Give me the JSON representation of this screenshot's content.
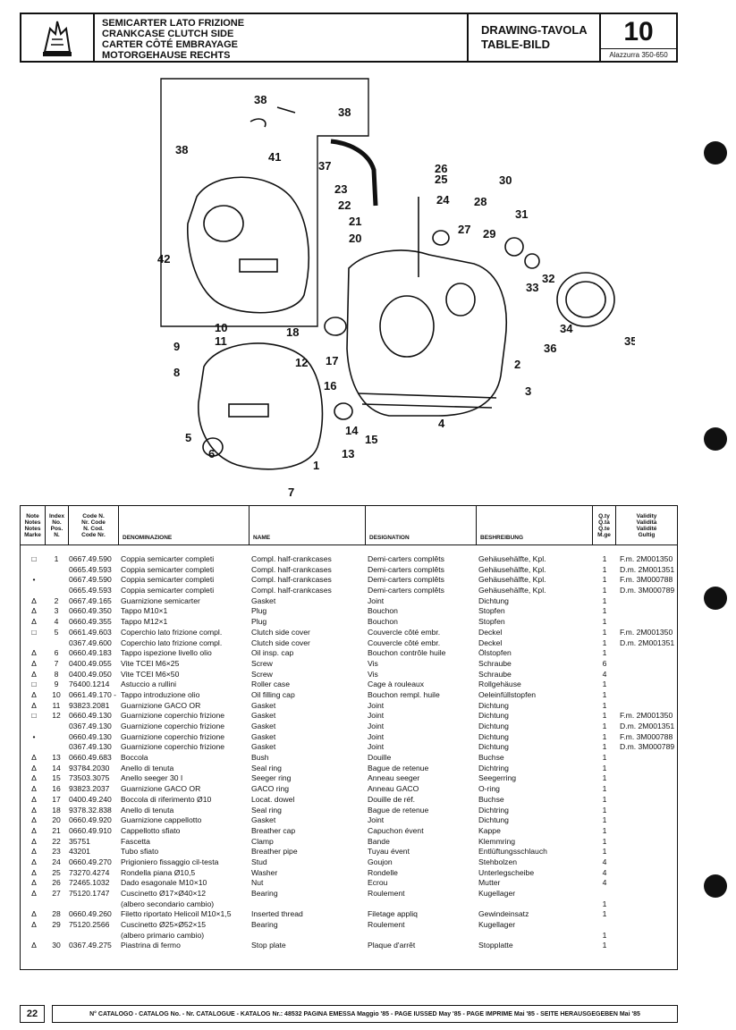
{
  "header": {
    "titles": [
      "SEMICARTER LATO FRIZIONE",
      "CRANKCASE CLUTCH SIDE",
      "CARTER CÔTÉ EMBRAYAGE",
      "MOTORGEHAUSE RECHTS"
    ],
    "drawing_line1": "DRAWING-TAVOLA",
    "drawing_line2": "TABLE-BILD",
    "table_number": "10",
    "model": "Alazzurra 350-650"
  },
  "diagram": {
    "callouts": [
      "1",
      "2",
      "3",
      "4",
      "5",
      "6",
      "7",
      "8",
      "9",
      "10",
      "11",
      "12",
      "13",
      "14",
      "15",
      "16",
      "17",
      "18",
      "20",
      "21",
      "22",
      "23",
      "24",
      "25",
      "26",
      "27",
      "28",
      "29",
      "30",
      "31",
      "32",
      "33",
      "34",
      "35",
      "36",
      "37",
      "38",
      "38",
      "38",
      "41",
      "42"
    ]
  },
  "columns": {
    "note": [
      "Note",
      "Notes",
      "Notes",
      "Marke"
    ],
    "index": [
      "Index",
      "No.",
      "Pos.",
      "N."
    ],
    "code": [
      "Code N.",
      "Nr. Code",
      "N. Cod.",
      "Code Nr."
    ],
    "denominazione": "DENOMINAZIONE",
    "name": "NAME",
    "designation": "DESIGNATION",
    "beschreibung": "BESHREIBUNG",
    "qty": [
      "Q.ty",
      "Q.tà",
      "Q.te",
      "M.ge"
    ],
    "validity": [
      "Validity",
      "Validità",
      "Validité",
      "Gultig"
    ]
  },
  "rows": [
    {
      "note": "□",
      "idx": "1",
      "code": "0667.49.590",
      "den": "Coppia semicarter completi",
      "name": "Compl. half-crankcases",
      "des": "Demi-carters complêts",
      "besch": "Gehäusehälfte, Kpl.",
      "qty": "1",
      "val": "F.m. 2M001350"
    },
    {
      "note": "",
      "idx": "",
      "code": "0665.49.593",
      "den": "Coppia semicarter completi",
      "name": "Compl. half-crankcases",
      "des": "Demi-carters complêts",
      "besch": "Gehäusehälfte, Kpl.",
      "qty": "1",
      "val": "D.m. 2M001351"
    },
    {
      "note": "•",
      "idx": "",
      "code": "0667.49.590",
      "den": "Coppia semicarter completi",
      "name": "Compl. half-crankcases",
      "des": "Demi-carters complêts",
      "besch": "Gehäusehälfte, Kpl.",
      "qty": "1",
      "val": "F.m. 3M000788"
    },
    {
      "note": "",
      "idx": "",
      "code": "0665.49.593",
      "den": "Coppia semicarter completi",
      "name": "Compl. half-crankcases",
      "des": "Demi-carters complêts",
      "besch": "Gehäusehälfte, Kpl.",
      "qty": "1",
      "val": "D.m. 3M000789"
    },
    {
      "note": "Δ",
      "idx": "2",
      "code": "0667.49.165",
      "den": "Guarnizione semicarter",
      "name": "Gasket",
      "des": "Joint",
      "besch": "Dichtung",
      "qty": "1",
      "val": ""
    },
    {
      "note": "Δ",
      "idx": "3",
      "code": "0660.49.350",
      "den": "Tappo M10×1",
      "name": "Plug",
      "des": "Bouchon",
      "besch": "Stopfen",
      "qty": "1",
      "val": ""
    },
    {
      "note": "Δ",
      "idx": "4",
      "code": "0660.49.355",
      "den": "Tappo M12×1",
      "name": "Plug",
      "des": "Bouchon",
      "besch": "Stopfen",
      "qty": "1",
      "val": ""
    },
    {
      "note": "□",
      "idx": "5",
      "code": "0661.49.603",
      "den": "Coperchio lato frizione compl.",
      "name": "Clutch side cover",
      "des": "Couvercle côté embr.",
      "besch": "Deckel",
      "qty": "1",
      "val": "F.m. 2M001350"
    },
    {
      "note": "",
      "idx": "",
      "code": "0367.49.600",
      "den": "Coperchio lato frizione compl.",
      "name": "Clutch side cover",
      "des": "Couvercle côté embr.",
      "besch": "Deckel",
      "qty": "1",
      "val": "D.m. 2M001351"
    },
    {
      "note": "Δ",
      "idx": "6",
      "code": "0660.49.183",
      "den": "Tappo ispezione livello olio",
      "name": "Oil insp. cap",
      "des": "Bouchon contrôle huile",
      "besch": "Ölstopfen",
      "qty": "1",
      "val": ""
    },
    {
      "note": "Δ",
      "idx": "7",
      "code": "0400.49.055",
      "den": "Vite TCEI M6×25",
      "name": "Screw",
      "des": "Vis",
      "besch": "Schraube",
      "qty": "6",
      "val": ""
    },
    {
      "note": "Δ",
      "idx": "8",
      "code": "0400.49.050",
      "den": "Vite TCEI M6×50",
      "name": "Screw",
      "des": "Vis",
      "besch": "Schraube",
      "qty": "4",
      "val": ""
    },
    {
      "note": "□",
      "idx": "9",
      "code": "76400.1214",
      "den": "Astuccio a rullini",
      "name": "Roller case",
      "des": "Cage à rouleaux",
      "besch": "Rollgehäuse",
      "qty": "1",
      "val": ""
    },
    {
      "note": "Δ",
      "idx": "10",
      "code": "0661.49.170 -",
      "den": "Tappo introduzione olio",
      "name": "Oil filling cap",
      "des": "Bouchon rempl. huile",
      "besch": "Oeleinfüllstopfen",
      "qty": "1",
      "val": ""
    },
    {
      "note": "Δ",
      "idx": "11",
      "code": "93823.2081",
      "den": "Guarnizione GACO OR",
      "name": "Gasket",
      "des": "Joint",
      "besch": "Dichtung",
      "qty": "1",
      "val": ""
    },
    {
      "note": "□",
      "idx": "12",
      "code": "0660.49.130",
      "den": "Guarnizione coperchio frizione",
      "name": "Gasket",
      "des": "Joint",
      "besch": "Dichtung",
      "qty": "1",
      "val": "F.m. 2M001350"
    },
    {
      "note": "",
      "idx": "",
      "code": "0367.49.130",
      "den": "Guarnizione coperchio frizione",
      "name": "Gasket",
      "des": "Joint",
      "besch": "Dichtung",
      "qty": "1",
      "val": "D.m. 2M001351"
    },
    {
      "note": "•",
      "idx": "",
      "code": "0660.49.130",
      "den": "Guarnizione coperchio frizione",
      "name": "Gasket",
      "des": "Joint",
      "besch": "Dichtung",
      "qty": "1",
      "val": "F.m. 3M000788"
    },
    {
      "note": "",
      "idx": "",
      "code": "0367.49.130",
      "den": "Guarnizione coperchio frizione",
      "name": "Gasket",
      "des": "Joint",
      "besch": "Dichtung",
      "qty": "1",
      "val": "D.m. 3M000789"
    },
    {
      "note": "Δ",
      "idx": "13",
      "code": "0660.49.683",
      "den": "Boccola",
      "name": "Bush",
      "des": "Douille",
      "besch": "Buchse",
      "qty": "1",
      "val": ""
    },
    {
      "note": "Δ",
      "idx": "14",
      "code": "93784.2030",
      "den": "Anello di tenuta",
      "name": "Seal ring",
      "des": "Bague de retenue",
      "besch": "Dichtring",
      "qty": "1",
      "val": ""
    },
    {
      "note": "Δ",
      "idx": "15",
      "code": "73503.3075",
      "den": "Anello seeger 30 I",
      "name": "Seeger ring",
      "des": "Anneau seeger",
      "besch": "Seegerring",
      "qty": "1",
      "val": ""
    },
    {
      "note": "Δ",
      "idx": "16",
      "code": "93823.2037",
      "den": "Guarnizione GACO OR",
      "name": "GACO ring",
      "des": "Anneau GACO",
      "besch": "O-ring",
      "qty": "1",
      "val": ""
    },
    {
      "note": "Δ",
      "idx": "17",
      "code": "0400.49.240",
      "den": "Boccola di riferimento Ø10",
      "name": "Locat. dowel",
      "des": "Douille de réf.",
      "besch": "Buchse",
      "qty": "1",
      "val": ""
    },
    {
      "note": "Δ",
      "idx": "18",
      "code": "9378.32.838",
      "den": "Anello di tenuta",
      "name": "Seal ring",
      "des": "Bague de retenue",
      "besch": "Dichtring",
      "qty": "1",
      "val": ""
    },
    {
      "note": "Δ",
      "idx": "20",
      "code": "0660.49.920",
      "den": "Guarnizione cappellotto",
      "name": "Gasket",
      "des": "Joint",
      "besch": "Dichtung",
      "qty": "1",
      "val": ""
    },
    {
      "note": "Δ",
      "idx": "21",
      "code": "0660.49.910",
      "den": "Cappellotto sfiato",
      "name": "Breather cap",
      "des": "Capuchon évent",
      "besch": "Kappe",
      "qty": "1",
      "val": ""
    },
    {
      "note": "Δ",
      "idx": "22",
      "code": "35751",
      "den": "Fascetta",
      "name": "Clamp",
      "des": "Bande",
      "besch": "Klemmring",
      "qty": "1",
      "val": ""
    },
    {
      "note": "Δ",
      "idx": "23",
      "code": "43201",
      "den": "Tubo sfiato",
      "name": "Breather pipe",
      "des": "Tuyau évent",
      "besch": "Entlüftungsschlauch",
      "qty": "1",
      "val": ""
    },
    {
      "note": "Δ",
      "idx": "24",
      "code": "0660.49.270",
      "den": "Prigioniero fissaggio cil-testa",
      "name": "Stud",
      "des": "Goujon",
      "besch": "Stehbolzen",
      "qty": "4",
      "val": ""
    },
    {
      "note": "Δ",
      "idx": "25",
      "code": "73270.4274",
      "den": "Rondella piana Ø10,5",
      "name": "Washer",
      "des": "Rondelle",
      "besch": "Unterlegscheibe",
      "qty": "4",
      "val": ""
    },
    {
      "note": "Δ",
      "idx": "26",
      "code": "72465.1032",
      "den": "Dado esagonale M10×10",
      "name": "Nut",
      "des": "Ecrou",
      "besch": "Mutter",
      "qty": "4",
      "val": ""
    },
    {
      "note": "Δ",
      "idx": "27",
      "code": "75120.1747",
      "den": "Cuscinetto Ø17×Ø40×12",
      "name": "Bearing",
      "des": "Roulement",
      "besch": "Kugellager",
      "qty": "",
      "val": ""
    },
    {
      "note": "",
      "idx": "",
      "code": "",
      "den": "(albero secondario cambio)",
      "name": "",
      "des": "",
      "besch": "",
      "qty": "1",
      "val": ""
    },
    {
      "note": "Δ",
      "idx": "28",
      "code": "0660.49.260",
      "den": "Filetto riportato Helicoil M10×1,5",
      "name": "Inserted thread",
      "des": "Filetage appliq",
      "besch": "Gewindeinsatz",
      "qty": "1",
      "val": ""
    },
    {
      "note": "Δ",
      "idx": "29",
      "code": "75120.2566",
      "den": "Cuscinetto Ø25×Ø52×15",
      "name": "Bearing",
      "des": "Roulement",
      "besch": "Kugellager",
      "qty": "",
      "val": ""
    },
    {
      "note": "",
      "idx": "",
      "code": "",
      "den": "(albero primario cambio)",
      "name": "",
      "des": "",
      "besch": "",
      "qty": "1",
      "val": ""
    },
    {
      "note": "Δ",
      "idx": "30",
      "code": "0367.49.275",
      "den": "Piastrina di fermo",
      "name": "Stop plate",
      "des": "Plaque d'arrêt",
      "besch": "Stopplatte",
      "qty": "1",
      "val": ""
    }
  ],
  "footer": {
    "page": "22",
    "line": "N° CATALOGO - CATALOG No. - Nr. CATALOGUE - KATALOG Nr.: 48532 PAGINA EMESSA Maggio '85 - PAGE IUSSED May '85 - PAGE IMPRIME Mai '85 - SEITE HERAUSGEGEBEN Mai '85"
  }
}
